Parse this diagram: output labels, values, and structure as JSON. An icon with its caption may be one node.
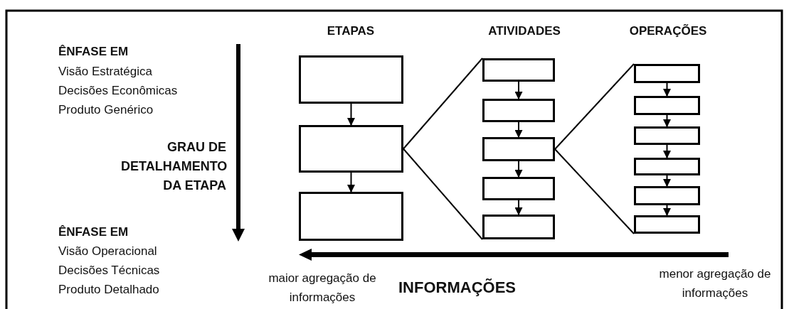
{
  "diagram": {
    "nodes": [
      {
        "text": [],
        "shape": "box"
      },
      {
        "text": [],
        "shape": "box"
      },
      {
        "text": [],
        "shape": "box"
      },
      {
        "text": [],
        "shape": "box"
      },
      {
        "text": [],
        "shape": "box"
      },
      {
        "text": [],
        "shape": "box"
      },
      {
        "text": [],
        "shape": "box"
      },
      {
        "text": [],
        "shape": "box"
      },
      {
        "text": [],
        "shape": "box"
      },
      {
        "text": [],
        "shape": "box"
      },
      {
        "text": [],
        "shape": "box"
      },
      {
        "text": [],
        "shape": "box"
      },
      {
        "text": [],
        "shape": "box"
      },
      {
        "text": [],
        "shape": "box"
      }
    ],
    "edges": [
      {
        "from": 0,
        "to": 1,
        "arrow": "to"
      },
      {
        "from": 1,
        "to": 2,
        "arrow": "to"
      },
      {
        "from": 3,
        "to": 4,
        "arrow": "to"
      },
      {
        "from": 4,
        "to": 5,
        "arrow": "to"
      },
      {
        "from": 5,
        "to": 6,
        "arrow": "to"
      },
      {
        "from": 6,
        "to": 7,
        "arrow": "to"
      },
      {
        "from": 8,
        "to": 9,
        "arrow": "to"
      },
      {
        "from": 9,
        "to": 10,
        "arrow": "to"
      },
      {
        "from": 10,
        "to": 11,
        "arrow": "to"
      },
      {
        "from": 11,
        "to": 12,
        "arrow": "to"
      },
      {
        "from": 12,
        "to": 13,
        "arrow": "to"
      },
      {
        "from": 1,
        "to": 3,
        "arrow": "none"
      },
      {
        "from": 1,
        "to": 7,
        "arrow": "none"
      },
      {
        "from": 5,
        "to": 8,
        "arrow": "none"
      },
      {
        "from": 5,
        "to": 13,
        "arrow": "none"
      }
    ],
    "labels": [
      "ETAPAS",
      "ATIVIDADES",
      "OPERAÇÕES",
      "ÊNFASE EM",
      "Visão Estratégica",
      "Decisões Econômicas",
      "Produto Genérico",
      "GRAU DE DETALHAMENTO DA ETAPA",
      "ÊNFASE EM",
      "Visão Operacional",
      "Decisões Técnicas",
      "Produto Detalhado",
      "maior agregação de informações",
      "INFORMAÇÕES",
      "menor agregação de informações"
    ]
  }
}
